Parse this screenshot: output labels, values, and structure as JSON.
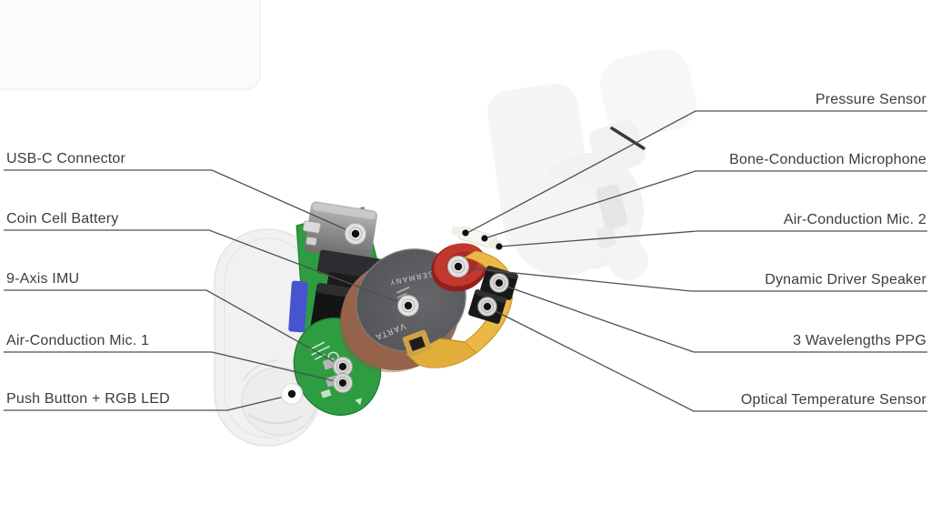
{
  "labels": {
    "left": [
      {
        "text": "USB-C Connector"
      },
      {
        "text": "Coin Cell Battery"
      },
      {
        "text": "9-Axis IMU"
      },
      {
        "text": "Air-Conduction Mic. 1"
      },
      {
        "text": "Push Button + RGB LED"
      }
    ],
    "right": [
      {
        "text": "Pressure Sensor"
      },
      {
        "text": "Bone-Conduction Microphone"
      },
      {
        "text": "Air-Conduction Mic. 2"
      },
      {
        "text": "Dynamic Driver Speaker"
      },
      {
        "text": "3 Wavelengths PPG"
      },
      {
        "text": "Optical Temperature Sensor"
      }
    ]
  },
  "device": {
    "battery_print": {
      "top": "GERMANY",
      "bottom": "VARTA"
    }
  },
  "colors": {
    "background": "#ffffff",
    "leader_line": "#4f4f4f",
    "label_text": "#3c3c3c",
    "shell_white": "#f1f1f1",
    "pcb_green": "#2e9c41",
    "usb_metal": "#909090",
    "component_blue": "#4853cf",
    "battery_brown": "#9e6a50",
    "battery_top": "#57575a",
    "speaker_red": "#c2382f",
    "flex_yellow": "#eab845",
    "module_black": "#181818"
  }
}
